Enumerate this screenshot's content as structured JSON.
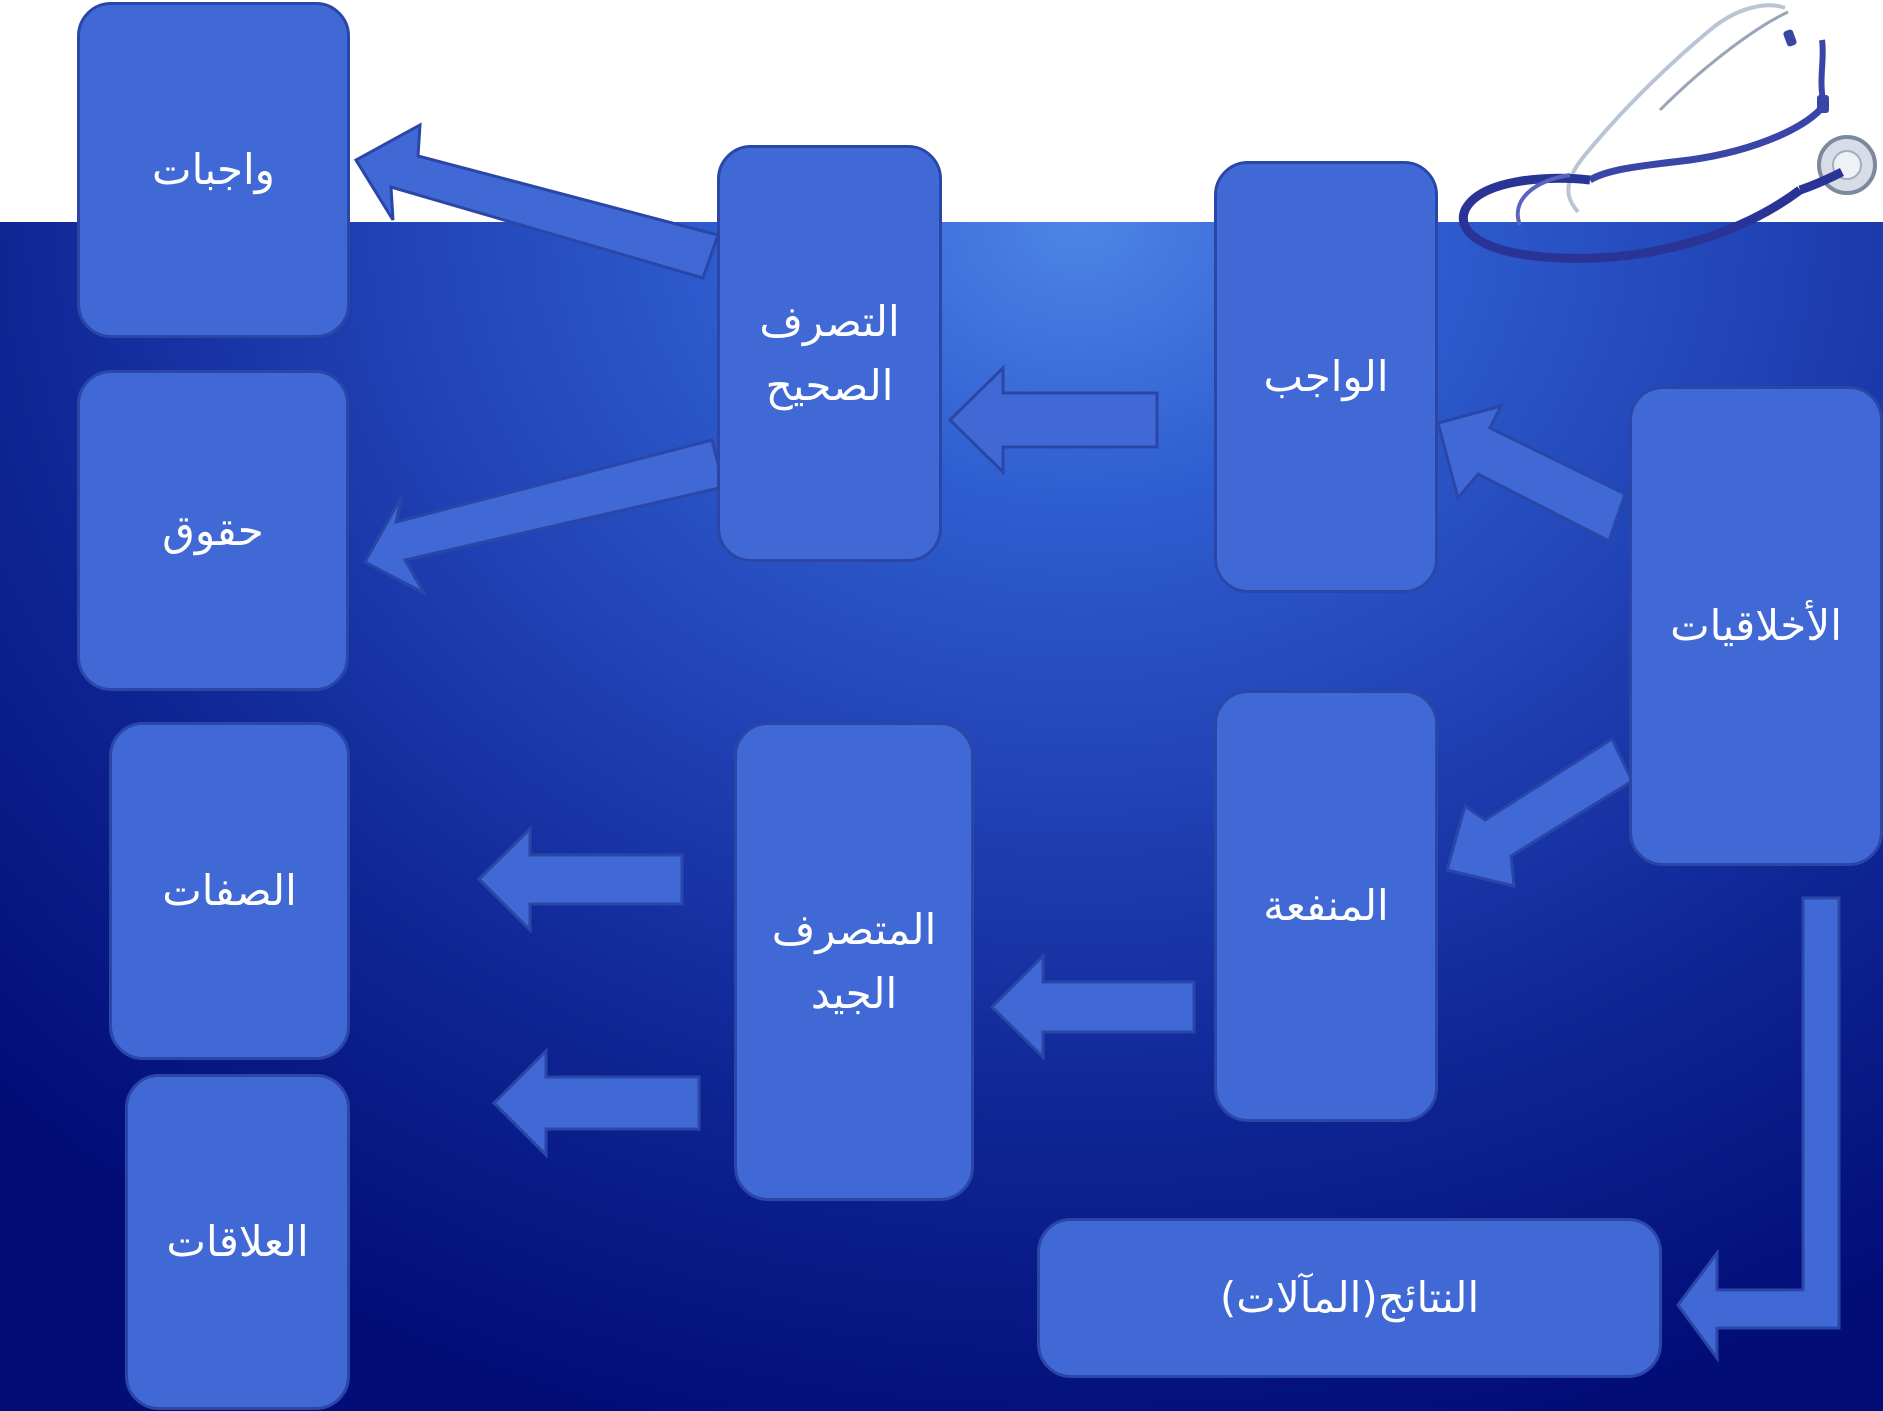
{
  "diagram": {
    "nodes": {
      "ethics": "الأخلاقيات",
      "duty": "الواجب",
      "utility": "المنفعة",
      "right_action": "التصرف\nالصحيح",
      "good_agent": "المتصرف\nالجيد",
      "consequences": "النتائج(المآلات)",
      "duties": "واجبات",
      "rights": "حقوق",
      "traits": "الصفات",
      "relations": "العلاقات"
    },
    "decoration": {
      "icon": "stethoscope-icon"
    },
    "colors": {
      "box_fill": "#4169d6",
      "box_border": "#2a47a8",
      "background_light": "#4e84e6",
      "background_dark": "#020d78",
      "text": "#ffffff"
    }
  }
}
